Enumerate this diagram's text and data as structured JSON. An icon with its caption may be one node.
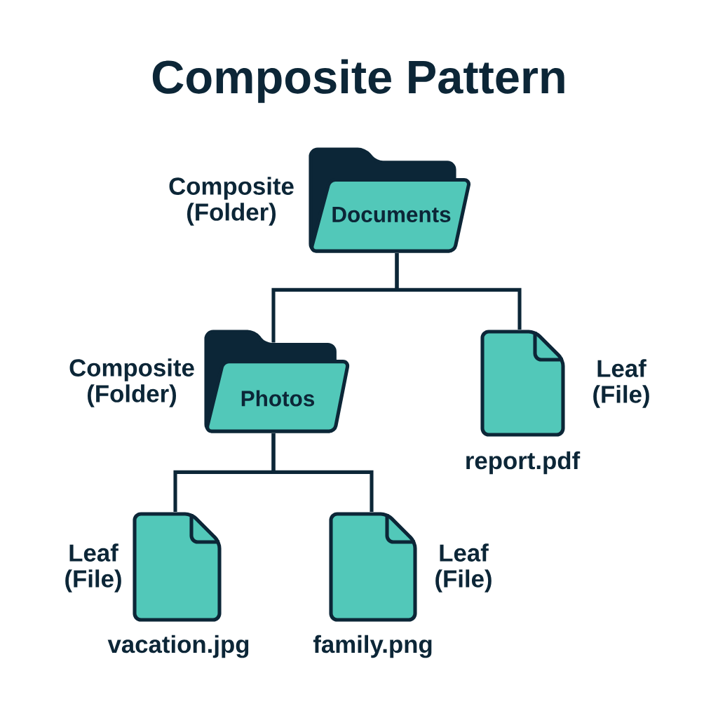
{
  "diagram": {
    "title": "Composite Pattern",
    "nodes": [
      {
        "text": [
          "Documents"
        ],
        "beside": [
          "Composite (Folder)"
        ]
      },
      {
        "text": [
          "Photos"
        ],
        "beside": [
          "Composite (Folder)"
        ]
      },
      {
        "text": [
          "report.pdf"
        ],
        "beside": [
          "Leaf (File)"
        ]
      },
      {
        "text": [
          "vacation.jpg"
        ],
        "beside": [
          "Leaf (File)"
        ]
      },
      {
        "text": [
          "family.png"
        ],
        "beside": [
          "Leaf (File)"
        ]
      }
    ],
    "edges": [
      {
        "from": 0,
        "to": 1,
        "arrow": "none"
      },
      {
        "from": 0,
        "to": 2,
        "arrow": "none"
      },
      {
        "from": 1,
        "to": 3,
        "arrow": "none"
      },
      {
        "from": 1,
        "to": 4,
        "arrow": "none"
      }
    ]
  }
}
